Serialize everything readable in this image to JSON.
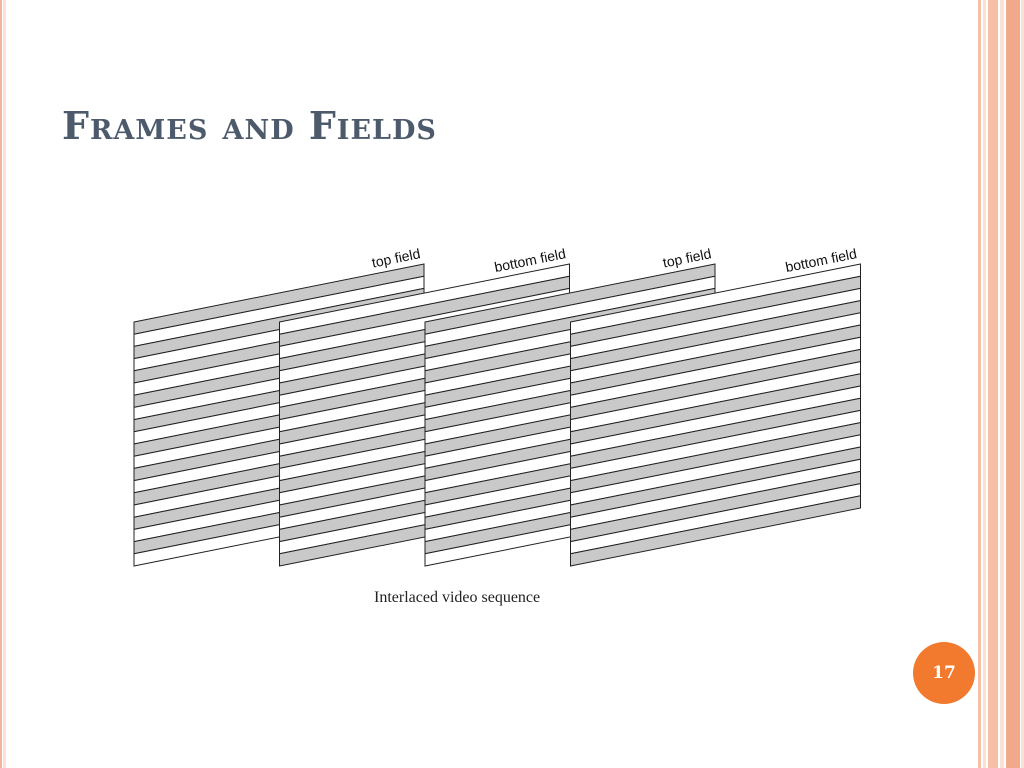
{
  "slide": {
    "title": "Frames and Fields",
    "page_number": "17"
  },
  "diagram": {
    "caption": "Interlaced video sequence",
    "fields": [
      {
        "label": "top field",
        "starts_with_gray": true
      },
      {
        "label": "bottom field",
        "starts_with_gray": false
      },
      {
        "label": "top field",
        "starts_with_gray": true
      },
      {
        "label": "bottom field",
        "starts_with_gray": false
      }
    ],
    "lines_per_field": 20,
    "colors": {
      "gray_line": "#c9c9c9",
      "white_line": "#ffffff",
      "outline": "#222222"
    }
  },
  "theme": {
    "title_color": "#4c5a6b",
    "accent": "#f27a2e",
    "stripe_light": "#fbe1d3",
    "stripe_mid": "#f6c0a6",
    "stripe_dark": "#f2a98b"
  }
}
